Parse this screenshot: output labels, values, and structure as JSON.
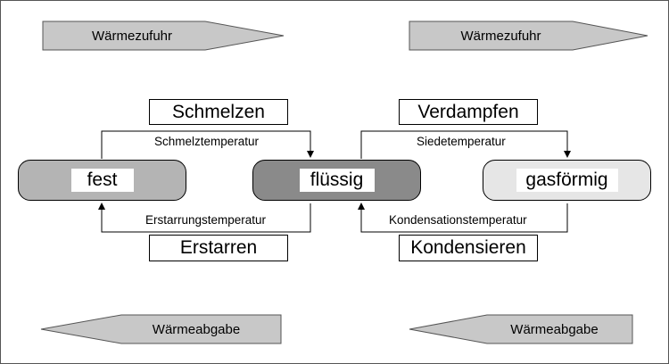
{
  "colors": {
    "arrow_fill": "#c8c8c8",
    "fest": "#b4b4b4",
    "fluessig": "#8a8a8a",
    "gasfoermig": "#e6e6e6"
  },
  "heat_arrows": {
    "top_left": "Wärmezufuhr",
    "top_right": "Wärmezufuhr",
    "bottom_left": "Wärmeabgabe",
    "bottom_right": "Wärmeabgabe"
  },
  "states": {
    "fest": "fest",
    "fluessig": "flüssig",
    "gasfoermig": "gasförmig"
  },
  "processes": {
    "schmelzen": "Schmelzen",
    "erstarren": "Erstarren",
    "verdampfen": "Verdampfen",
    "kondensieren": "Kondensieren"
  },
  "temperatures": {
    "schmelztemperatur": "Schmelztemperatur",
    "erstarrungstemperatur": "Erstarrungstemperatur",
    "siedetemperatur": "Siedetemperatur",
    "kondensationstemperatur": "Kondensationstemperatur"
  }
}
